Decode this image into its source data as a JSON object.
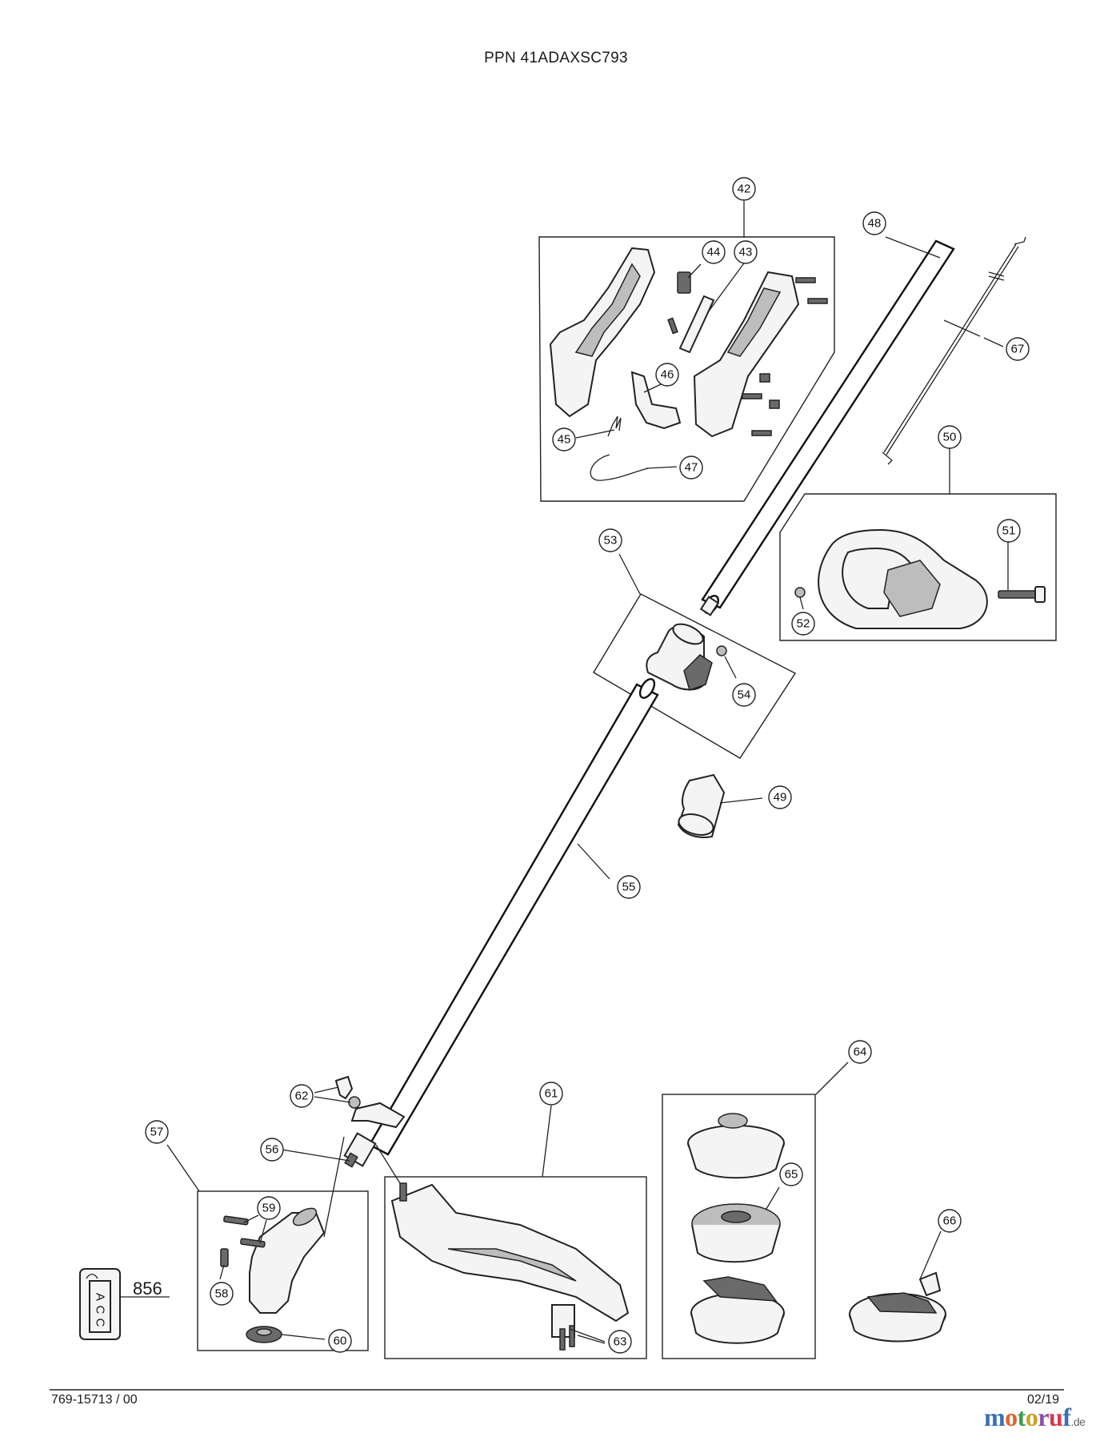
{
  "header": {
    "title": "PPN 41ADAXSC793"
  },
  "footer": {
    "doc_number": "769-15713 / 00",
    "date": "02/19"
  },
  "brand": {
    "parts": [
      "m",
      "o",
      "t",
      "o",
      "r",
      "u",
      "f"
    ],
    "tld": ".de"
  },
  "accessory": {
    "label": "856",
    "letters": [
      "A",
      "C",
      "C"
    ]
  },
  "callouts": [
    {
      "id": "42",
      "label": "42"
    },
    {
      "id": "43",
      "label": "43"
    },
    {
      "id": "44",
      "label": "44"
    },
    {
      "id": "45",
      "label": "45"
    },
    {
      "id": "46",
      "label": "46"
    },
    {
      "id": "47",
      "label": "47"
    },
    {
      "id": "48",
      "label": "48"
    },
    {
      "id": "49",
      "label": "49"
    },
    {
      "id": "50",
      "label": "50"
    },
    {
      "id": "51",
      "label": "51"
    },
    {
      "id": "52",
      "label": "52"
    },
    {
      "id": "53",
      "label": "53"
    },
    {
      "id": "54",
      "label": "54"
    },
    {
      "id": "55",
      "label": "55"
    },
    {
      "id": "56",
      "label": "56"
    },
    {
      "id": "57",
      "label": "57"
    },
    {
      "id": "58",
      "label": "58"
    },
    {
      "id": "59",
      "label": "59"
    },
    {
      "id": "60",
      "label": "60"
    },
    {
      "id": "61",
      "label": "61"
    },
    {
      "id": "62",
      "label": "62"
    },
    {
      "id": "63",
      "label": "63"
    },
    {
      "id": "64",
      "label": "64"
    },
    {
      "id": "65",
      "label": "65"
    },
    {
      "id": "66",
      "label": "66"
    },
    {
      "id": "67",
      "label": "67"
    }
  ]
}
